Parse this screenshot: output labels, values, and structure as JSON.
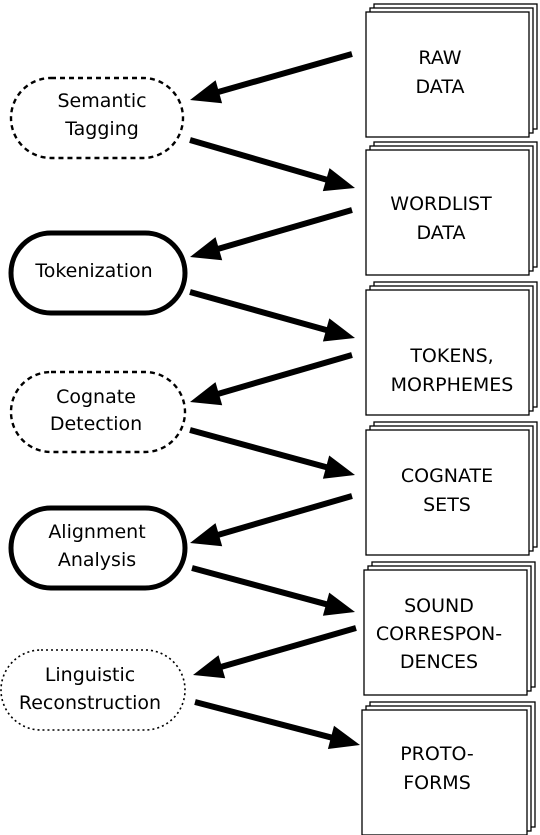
{
  "documents": [
    {
      "id": "raw-data",
      "lines": [
        "RAW",
        "DATA"
      ]
    },
    {
      "id": "wordlist-data",
      "lines": [
        "WORDLIST",
        "DATA"
      ]
    },
    {
      "id": "tokens-morphemes",
      "lines": [
        "TOKENS,",
        "MORPHEMES"
      ]
    },
    {
      "id": "cognate-sets",
      "lines": [
        "COGNATE",
        "SETS"
      ]
    },
    {
      "id": "sound-correspondences",
      "lines": [
        "SOUND",
        "CORRESPON-",
        "DENCES"
      ]
    },
    {
      "id": "proto-forms",
      "lines": [
        "PROTO-",
        "FORMS"
      ]
    }
  ],
  "processes": [
    {
      "id": "semantic-tagging",
      "lines": [
        "Semantic",
        "Tagging"
      ],
      "border": "dashed"
    },
    {
      "id": "tokenization",
      "lines": [
        "Tokenization"
      ],
      "border": "thick"
    },
    {
      "id": "cognate-detection",
      "lines": [
        "Cognate",
        "Detection"
      ],
      "border": "dashed"
    },
    {
      "id": "alignment-analysis",
      "lines": [
        "Alignment",
        "Analysis"
      ],
      "border": "thick"
    },
    {
      "id": "linguistic-reconstruction",
      "lines": [
        "Linguistic",
        "Reconstruction"
      ],
      "border": "dotted"
    }
  ],
  "colors": {
    "stroke": "#000000",
    "background": "#ffffff"
  }
}
